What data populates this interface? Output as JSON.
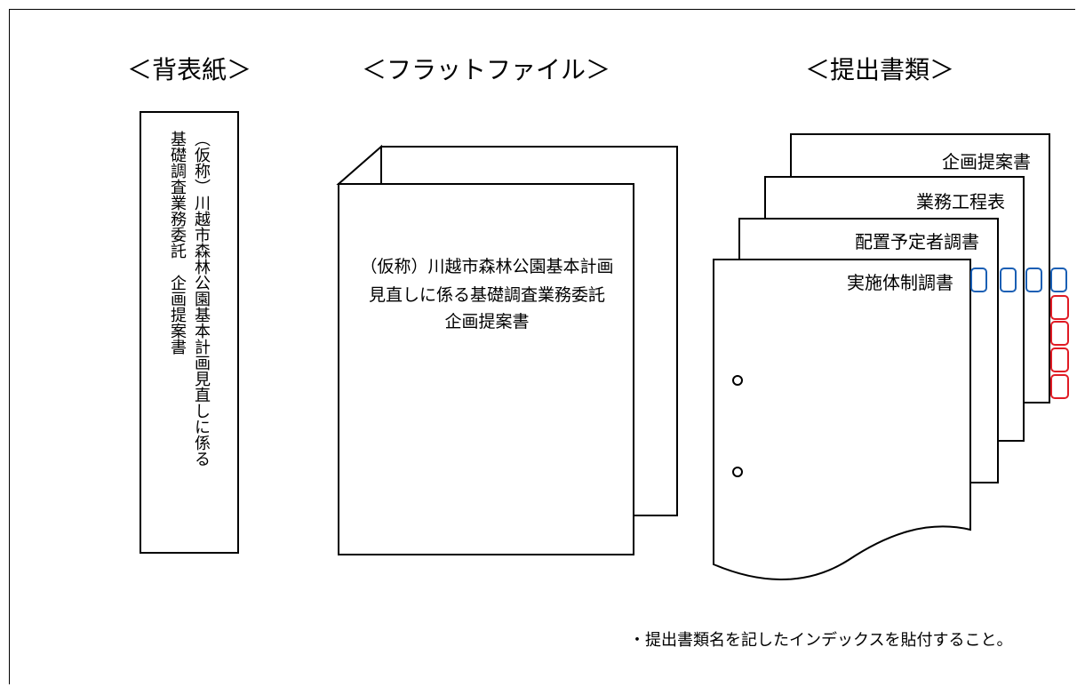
{
  "headings": {
    "spine": "＜背表紙＞",
    "flat_file": "＜フラットファイル＞",
    "documents": "＜提出書類＞"
  },
  "spine": {
    "line1": "（仮称）川越市森林公園基本計画見直しに係る",
    "line2": "基礎調査業務委託　企画提案書"
  },
  "flat_file": {
    "line1": "（仮称）川越市森林公園基本計画",
    "line2": "見直しに係る基礎調査業務委託",
    "line3": "企画提案書"
  },
  "documents": [
    "企画提案書",
    "業務工程表",
    "配置予定者調書",
    "実施体制調書"
  ],
  "index_tab_colors": {
    "top": "#1a5fb4",
    "side": "#e01b24"
  },
  "note": "・提出書類名を記したインデックスを貼付すること。"
}
